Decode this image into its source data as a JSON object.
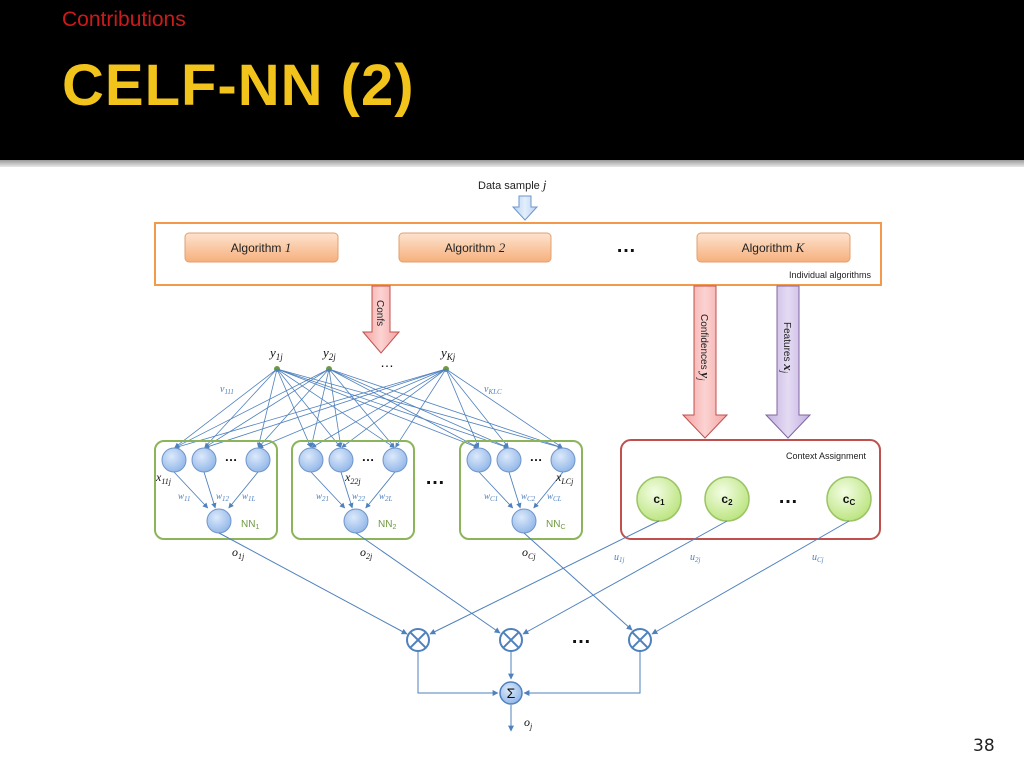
{
  "slide": {
    "section": "Contributions",
    "title": "CELF-NN (2)",
    "page_number": "38"
  },
  "colors": {
    "header_bg": "#000000",
    "title": "#f2c31a",
    "section": "#cc1a1a",
    "orange_frame": "#f39a4a",
    "green_frame": "#8cb45a",
    "red_frame": "#c0504d",
    "node_blue": "#a8c8f0",
    "edge_blue": "#4f81bd",
    "green_node": "#d7f2a6"
  },
  "diagram": {
    "data_sample_label": "Data sample",
    "data_sample_var": "j",
    "algorithms": [
      {
        "label": "Algorithm",
        "sub": "1"
      },
      {
        "label": "Algorithm",
        "sub": "2"
      },
      {
        "label": "Algorithm",
        "sub": "K"
      }
    ],
    "dots": "…",
    "individual_algorithms_label": "Individual algorithms",
    "confs_label": "Confs",
    "confidences_label": "Confidences",
    "confidences_var": "y",
    "confidences_sub": "j",
    "features_label": "Features",
    "features_var": "x",
    "features_sub": "j",
    "context_assignment_label": "Context Assignment",
    "y_labels": [
      {
        "var": "y",
        "sub": "1j"
      },
      {
        "var": "y",
        "sub": "2j"
      },
      {
        "var": "y",
        "sub": "Kj"
      }
    ],
    "v_labels": [
      {
        "var": "v",
        "sub": "111"
      },
      {
        "var": "v",
        "sub": "KLC"
      }
    ],
    "x_labels": [
      {
        "var": "x",
        "sub": "11j"
      },
      {
        "var": "x",
        "sub": "22j"
      },
      {
        "var": "x",
        "sub": "LCj"
      }
    ],
    "nn_boxes": [
      {
        "name": "NN",
        "sub": "1",
        "w": [
          {
            "var": "w",
            "sub": "11"
          },
          {
            "var": "w",
            "sub": "12"
          },
          {
            "var": "w",
            "sub": "1L"
          }
        ],
        "o": {
          "var": "o",
          "sub": "1j"
        }
      },
      {
        "name": "NN",
        "sub": "2",
        "w": [
          {
            "var": "w",
            "sub": "21"
          },
          {
            "var": "w",
            "sub": "22"
          },
          {
            "var": "w",
            "sub": "2L"
          }
        ],
        "o": {
          "var": "o",
          "sub": "2j"
        }
      },
      {
        "name": "NN",
        "sub": "C",
        "w": [
          {
            "var": "w",
            "sub": "C1"
          },
          {
            "var": "w",
            "sub": "C2"
          },
          {
            "var": "w",
            "sub": "CL"
          }
        ],
        "o": {
          "var": "o",
          "sub": "Cj"
        }
      }
    ],
    "contexts": [
      {
        "var": "c",
        "sub": "1"
      },
      {
        "var": "c",
        "sub": "2"
      },
      {
        "var": "c",
        "sub": "C"
      }
    ],
    "u_labels": [
      {
        "var": "u",
        "sub": "1j"
      },
      {
        "var": "u",
        "sub": "2j"
      },
      {
        "var": "u",
        "sub": "Cj"
      }
    ],
    "sum_symbol": "Σ",
    "output": {
      "var": "o",
      "sub": "j"
    }
  }
}
